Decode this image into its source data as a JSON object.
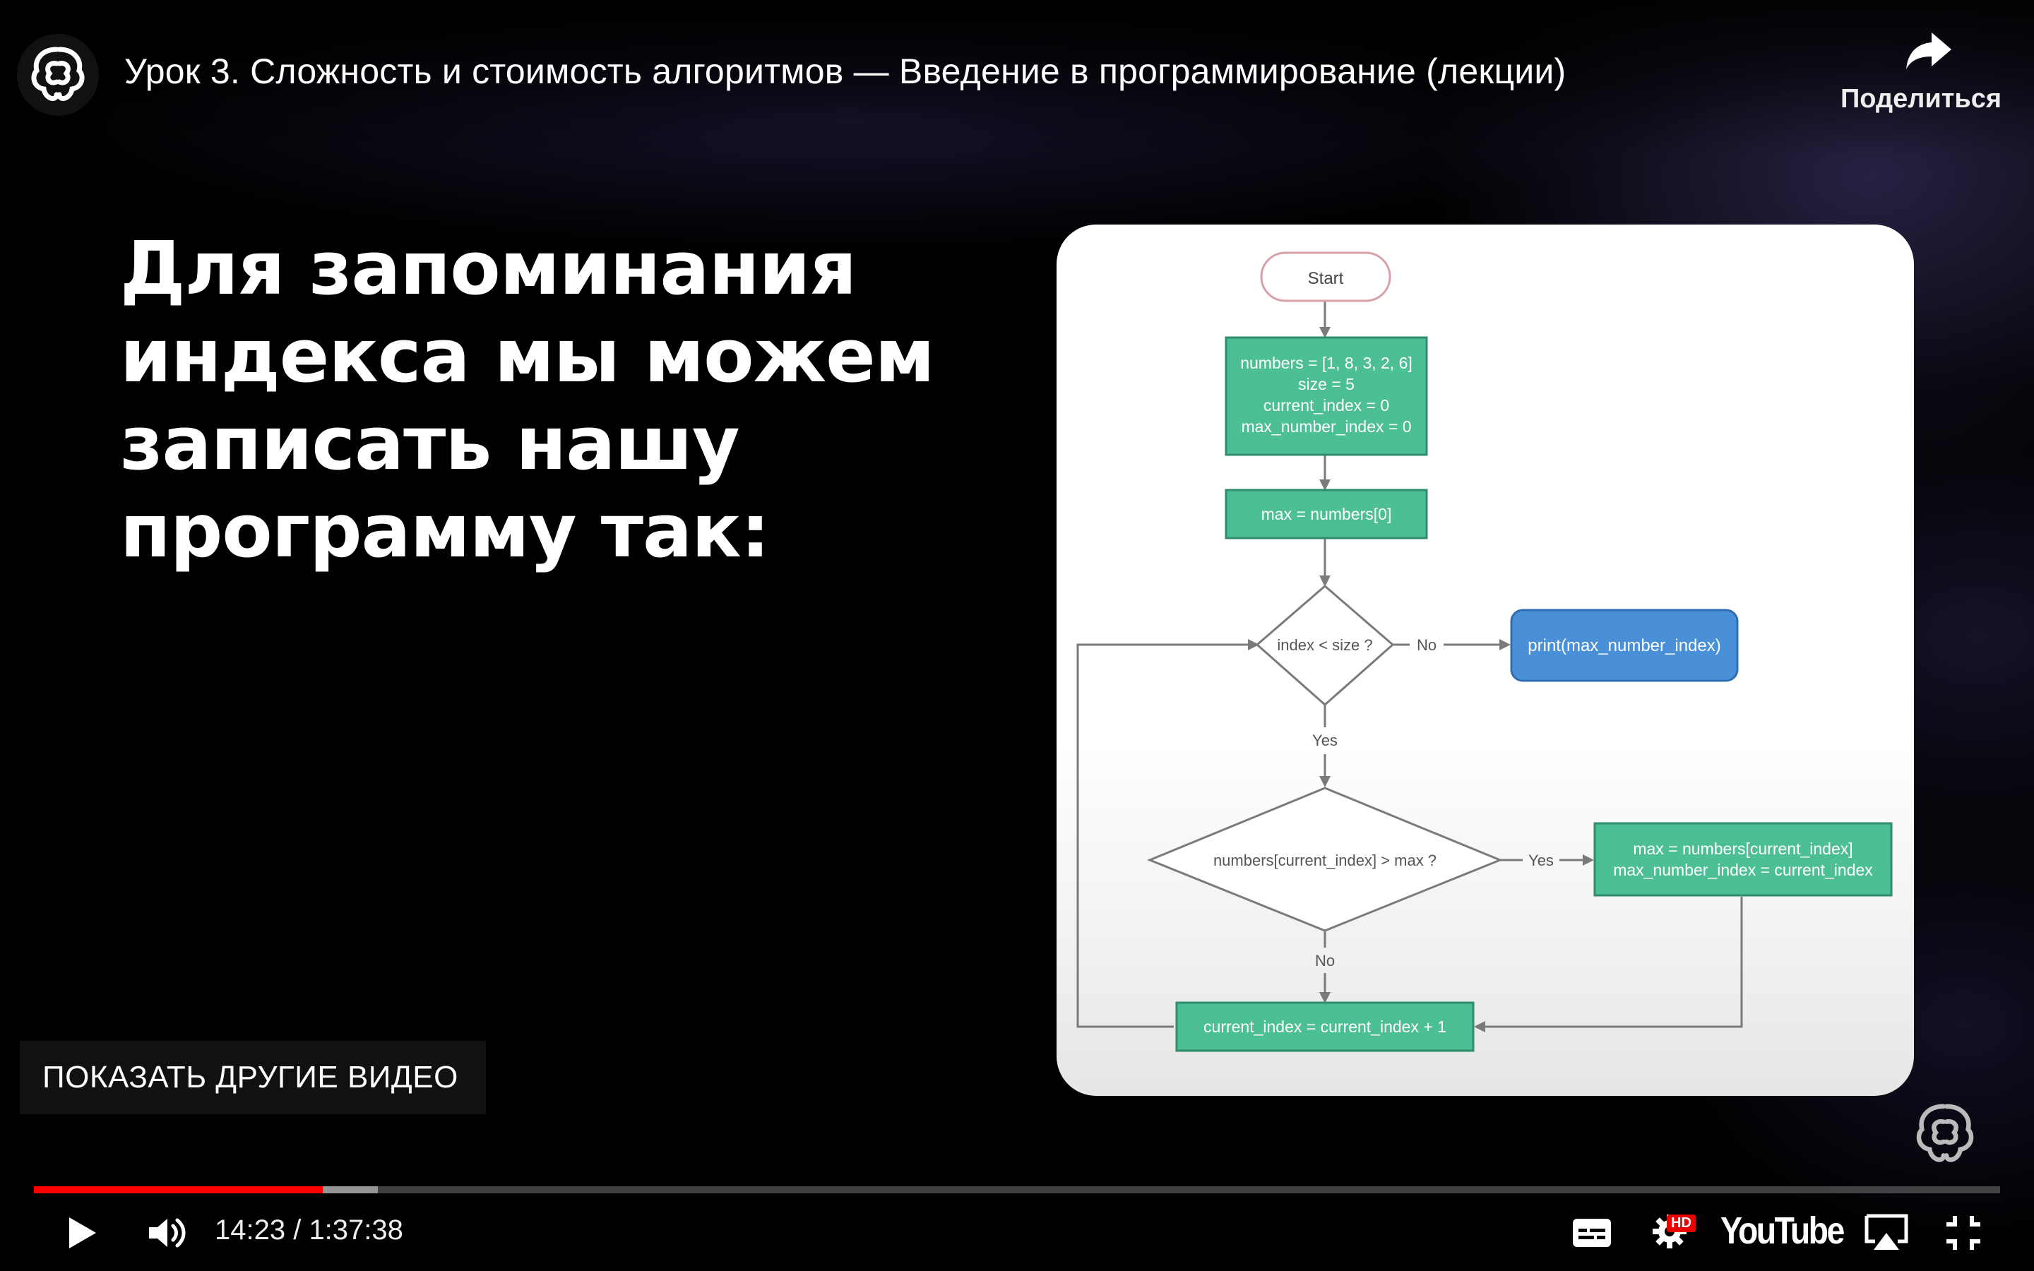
{
  "player": {
    "title": "Урок 3. Сложность и стоимость алгоритмов — Введение в программирование (лекции)",
    "share_label": "Поделиться",
    "show_more_label": "ПОКАЗАТЬ ДРУГИЕ ВИДЕО",
    "time_display": "14:23 / 1:37:38",
    "progress_played": 0.147,
    "progress_buffered": 0.175,
    "hd_badge": "HD",
    "logo_text": "YouTube",
    "icons": [
      "brain-logo-icon",
      "share-icon",
      "play-icon",
      "volume-icon",
      "subtitles-icon",
      "settings-icon",
      "airplay-icon",
      "exit-fullscreen-icon"
    ]
  },
  "slide": {
    "heading_lines": [
      "Для запоминания",
      "индекса мы можем",
      "записать нашу",
      "программу так:"
    ]
  },
  "flowchart": {
    "start": "Start",
    "init_lines": [
      "numbers = [1, 8, 3, 2, 6]",
      "size = 5",
      "current_index = 0",
      "max_number_index = 0"
    ],
    "max_init": "max = numbers[0]",
    "condition1": "index < size ?",
    "no1": "No",
    "print": "print(max_number_index)",
    "yes1": "Yes",
    "condition2": "numbers[current_index] > max ?",
    "yes2": "Yes",
    "update_lines": [
      "max = numbers[current_index]",
      "max_number_index = current_index"
    ],
    "no2": "No",
    "increment": "current_index = current_index + 1",
    "colors": {
      "process": "#4dbf95",
      "process_border": "#2e8c6a",
      "output": "#4a90d9",
      "output_border": "#2f6db0",
      "start_border": "#d9a0a8",
      "line": "#7a7a7a"
    }
  }
}
